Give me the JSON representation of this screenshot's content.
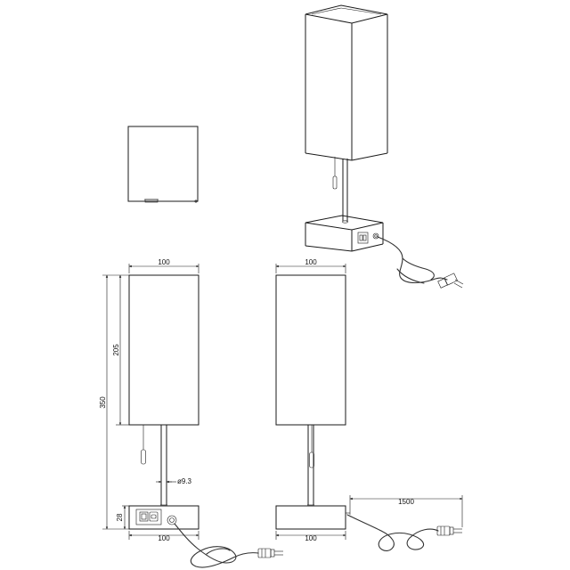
{
  "dimensions": {
    "front_shade_width": "100",
    "front_base_width": "100",
    "side_shade_width": "100",
    "side_base_width": "100",
    "shade_height": "205",
    "total_height": "350",
    "base_height": "28",
    "stem_diameter": "ø9.3",
    "cable_length": "1500"
  },
  "colors": {
    "line": "#1a1a1a",
    "background": "#ffffff"
  }
}
